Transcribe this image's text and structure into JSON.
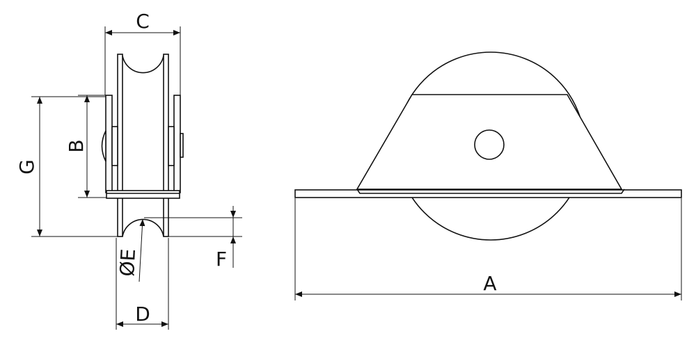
{
  "drawing": {
    "dimension_labels": {
      "a": "A",
      "b": "B",
      "c": "C",
      "d": "D",
      "e": "ØE",
      "f": "F",
      "g": "G"
    }
  }
}
